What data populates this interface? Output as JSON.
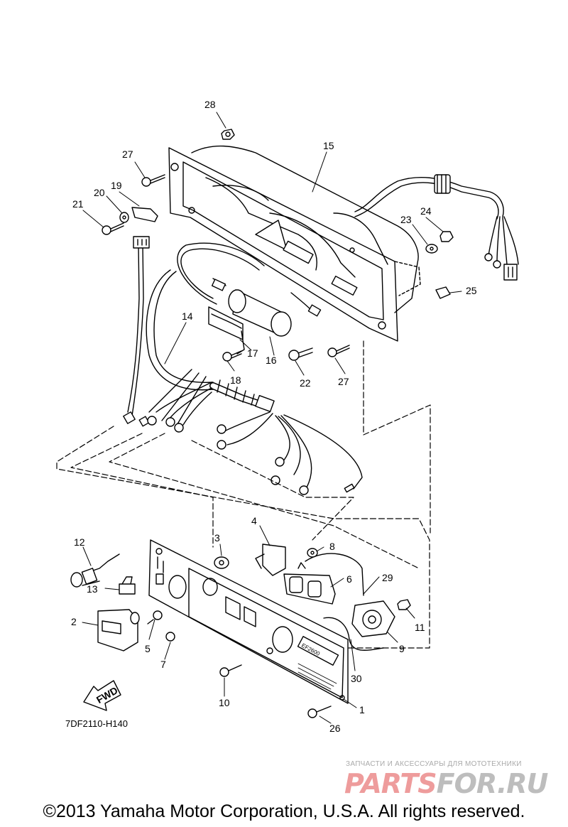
{
  "callouts": [
    {
      "label": "28"
    },
    {
      "label": "27"
    },
    {
      "label": "15"
    },
    {
      "label": "19"
    },
    {
      "label": "20"
    },
    {
      "label": "21"
    },
    {
      "label": "24"
    },
    {
      "label": "23"
    },
    {
      "label": "25"
    },
    {
      "label": "14"
    },
    {
      "label": "17"
    },
    {
      "label": "16"
    },
    {
      "label": "18"
    },
    {
      "label": "22"
    },
    {
      "label": "27"
    },
    {
      "label": "12"
    },
    {
      "label": "3"
    },
    {
      "label": "4"
    },
    {
      "label": "8"
    },
    {
      "label": "29"
    },
    {
      "label": "6"
    },
    {
      "label": "13"
    },
    {
      "label": "11"
    },
    {
      "label": "2"
    },
    {
      "label": "5"
    },
    {
      "label": "9"
    },
    {
      "label": "7"
    },
    {
      "label": "30"
    },
    {
      "label": "10"
    },
    {
      "label": "1"
    },
    {
      "label": "26"
    }
  ],
  "panel": {
    "model_plate": "EF2600"
  },
  "fwd_badge": "FWD",
  "diagram_code": "7DF2110-H140",
  "watermark": {
    "subtitle": "ЗАПЧАСТИ И АКСЕССУАРЫ ДЛЯ МОТОТЕХНИКИ",
    "logo_part1": "PARTS",
    "logo_part2": "FOR.RU"
  },
  "copyright": "©2013 Yamaha Motor Corporation, U.S.A. All rights reserved."
}
